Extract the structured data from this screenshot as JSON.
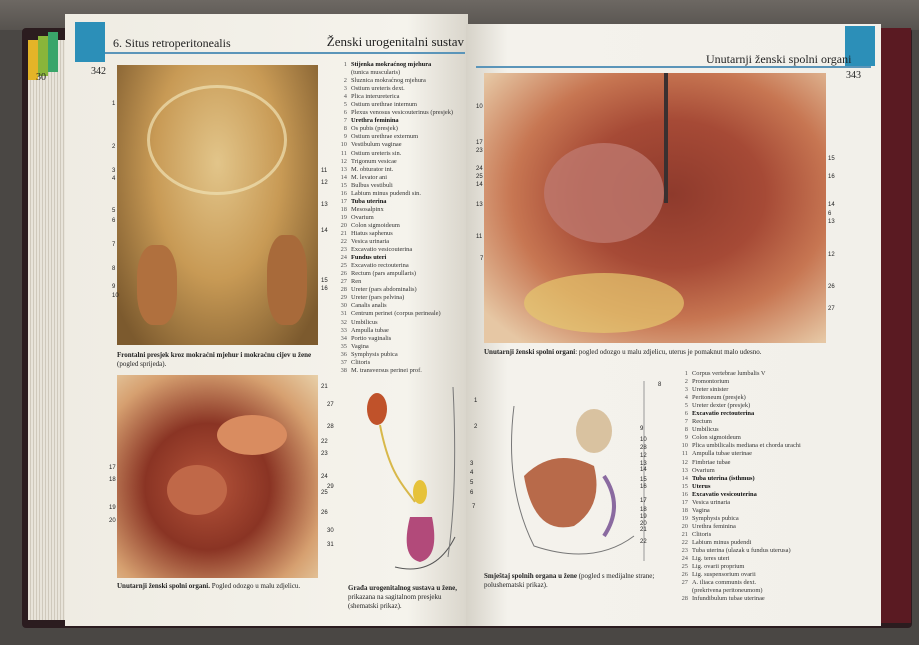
{
  "left_page": {
    "chapter": "6. Situs retroperitonealis",
    "section": "Ženski urogenitalni sustav",
    "page_number": "342",
    "edge_page_number": "30",
    "legend": [
      {
        "n": "1",
        "t": "Stijenka mokraćnog mjehura",
        "bold": true
      },
      {
        "n": "",
        "t": "(tunica muscularis)",
        "bold": false
      },
      {
        "n": "2",
        "t": "Sluznica mokraćnog mjehura",
        "bold": false
      },
      {
        "n": "3",
        "t": "Ostium ureteris dext.",
        "bold": false
      },
      {
        "n": "4",
        "t": "Plica interureterica",
        "bold": false
      },
      {
        "n": "5",
        "t": "Ostium urethrae internum",
        "bold": false
      },
      {
        "n": "6",
        "t": "Plexus venosus vesicouterinus (presjek)",
        "bold": false
      },
      {
        "n": "7",
        "t": "Urethra feminina",
        "bold": true
      },
      {
        "n": "8",
        "t": "Os pubis (presjek)",
        "bold": false
      },
      {
        "n": "9",
        "t": "Ostium urethrae externum",
        "bold": false
      },
      {
        "n": "10",
        "t": "Vestibulum vaginae",
        "bold": false
      },
      {
        "n": "11",
        "t": "Ostium ureteris sin.",
        "bold": false
      },
      {
        "n": "12",
        "t": "Trigonum vesicae",
        "bold": false
      },
      {
        "n": "13",
        "t": "M. obturator int.",
        "bold": false
      },
      {
        "n": "14",
        "t": "M. levator ani",
        "bold": false
      },
      {
        "n": "15",
        "t": "Bulbus vestibuli",
        "bold": false
      },
      {
        "n": "16",
        "t": "Labium minus pudendi sin.",
        "bold": false
      },
      {
        "n": "17",
        "t": "Tuba uterina",
        "bold": true
      },
      {
        "n": "18",
        "t": "Mesosalpinx",
        "bold": false
      },
      {
        "n": "19",
        "t": "Ovarium",
        "bold": false
      },
      {
        "n": "20",
        "t": "Colon sigmoideum",
        "bold": false
      },
      {
        "n": "21",
        "t": "Hiatus saphenus",
        "bold": false
      },
      {
        "n": "22",
        "t": "Vesica urinaria",
        "bold": false
      },
      {
        "n": "23",
        "t": "Excavatio vesicouterina",
        "bold": false
      },
      {
        "n": "24",
        "t": "Fundus uteri",
        "bold": true
      },
      {
        "n": "25",
        "t": "Excavatio rectouterina",
        "bold": false
      },
      {
        "n": "26",
        "t": "Rectum (pars ampullaris)",
        "bold": false
      },
      {
        "n": "27",
        "t": "Ren",
        "bold": false
      },
      {
        "n": "28",
        "t": "Ureter (pars abdominalis)",
        "bold": false
      },
      {
        "n": "29",
        "t": "Ureter (pars pelvina)",
        "bold": false
      },
      {
        "n": "30",
        "t": "Canalis analis",
        "bold": false
      },
      {
        "n": "31",
        "t": "Centrum perinei (corpus perineale)",
        "bold": false
      },
      {
        "n": "32",
        "t": "Umbilicus",
        "bold": false
      },
      {
        "n": "33",
        "t": "Ampulla tubae",
        "bold": false
      },
      {
        "n": "34",
        "t": "Portio vaginalis",
        "bold": false
      },
      {
        "n": "35",
        "t": "Vagina",
        "bold": false
      },
      {
        "n": "36",
        "t": "Symphysis pubica",
        "bold": false
      },
      {
        "n": "37",
        "t": "Clitoris",
        "bold": false
      },
      {
        "n": "38",
        "t": "M. transversus perinei prof.",
        "bold": false
      }
    ],
    "caption_top_bold": "Frontalni presjek kroz mokraćni mjehur i mokraćnu cijev u žene",
    "caption_top_rest": "(pogled sprijeda).",
    "caption_bottom_bold": "Unutarnji ženski spolni organi.",
    "caption_bottom_rest": "Pogled odozgo u malu zdjelicu.",
    "caption_diagram_bold": "Građa urogenitalnog sustava u žene,",
    "caption_diagram_rest": "prikazana na sagitalnom presjeku (shematski prikaz).",
    "photo_top_labels": [
      "1",
      "2",
      "3",
      "4",
      "5",
      "6",
      "7",
      "8",
      "9",
      "10",
      "11",
      "12",
      "13",
      "14",
      "15",
      "16"
    ],
    "photo_bottom_labels": [
      "21",
      "22",
      "23",
      "24",
      "25",
      "26",
      "17",
      "18",
      "19",
      "20"
    ],
    "diagram_labels": [
      "27",
      "28",
      "29",
      "30",
      "31"
    ]
  },
  "right_page": {
    "section": "Unutarnji ženski spolni organi",
    "page_number": "343",
    "caption_top_bold": "Unutarnji ženski spolni organi",
    "caption_top_rest": ": pogled odozgo u malu zdjelicu, uterus je pomaknut malo udesno.",
    "caption_bottom_bold": "Smještaj spolnih organa u žene",
    "caption_bottom_rest": "(pogled s medijalne strane; polushematski prikaz).",
    "legend": [
      {
        "n": "1",
        "t": "Corpus vertebrae lumbalis V",
        "bold": false
      },
      {
        "n": "2",
        "t": "Promontorium",
        "bold": false
      },
      {
        "n": "3",
        "t": "Ureter sinister",
        "bold": false
      },
      {
        "n": "4",
        "t": "Peritoneum (presjek)",
        "bold": false
      },
      {
        "n": "5",
        "t": "Ureter dexter (presjek)",
        "bold": false
      },
      {
        "n": "6",
        "t": "Excavatio rectouterina",
        "bold": true
      },
      {
        "n": "7",
        "t": "Rectum",
        "bold": false
      },
      {
        "n": "8",
        "t": "Umbilicus",
        "bold": false
      },
      {
        "n": "9",
        "t": "Colon sigmoideum",
        "bold": false
      },
      {
        "n": "10",
        "t": "Plica umbilicalis mediana et chorda urachi",
        "bold": false
      },
      {
        "n": "11",
        "t": "Ampulla tubae uterinae",
        "bold": false
      },
      {
        "n": "12",
        "t": "Fimbriae tubae",
        "bold": false
      },
      {
        "n": "13",
        "t": "Ovarium",
        "bold": false
      },
      {
        "n": "14",
        "t": "Tuba uterina (isthmus)",
        "bold": true
      },
      {
        "n": "15",
        "t": "Uterus",
        "bold": true
      },
      {
        "n": "16",
        "t": "Excavatio vesicouterina",
        "bold": true
      },
      {
        "n": "17",
        "t": "Vesica urinaria",
        "bold": false
      },
      {
        "n": "18",
        "t": "Vagina",
        "bold": false
      },
      {
        "n": "19",
        "t": "Symphysis pubica",
        "bold": false
      },
      {
        "n": "20",
        "t": "Urethra feminina",
        "bold": false
      },
      {
        "n": "21",
        "t": "Clitoris",
        "bold": false
      },
      {
        "n": "22",
        "t": "Labium minus pudendi",
        "bold": false
      },
      {
        "n": "23",
        "t": "Tuba uterina (ulazak u fundus uterusa)",
        "bold": false
      },
      {
        "n": "24",
        "t": "Lig. teres uteri",
        "bold": false
      },
      {
        "n": "25",
        "t": "Lig. ovarii proprium",
        "bold": false
      },
      {
        "n": "26",
        "t": "Lig. suspensorium ovarii",
        "bold": false
      },
      {
        "n": "27",
        "t": "A. iliaca communis dext.",
        "bold": false
      },
      {
        "n": "",
        "t": "(prekrivena peritoneumom)",
        "bold": false
      },
      {
        "n": "28",
        "t": "Infundibulum tubae uterinae",
        "bold": false
      }
    ],
    "photo_labels": [
      "10",
      "17",
      "23",
      "24",
      "25",
      "14",
      "13",
      "11",
      "7",
      "15",
      "16",
      "14",
      "6",
      "13",
      "12",
      "26",
      "27"
    ],
    "diagram_labels": [
      "1",
      "2",
      "3",
      "4",
      "5",
      "6",
      "7",
      "8",
      "9",
      "10",
      "28",
      "12",
      "13",
      "14",
      "15",
      "16",
      "17",
      "18",
      "19",
      "20",
      "21",
      "22"
    ]
  },
  "colors": {
    "accent": "#5b95b9",
    "paper": "#f3f1ea"
  }
}
